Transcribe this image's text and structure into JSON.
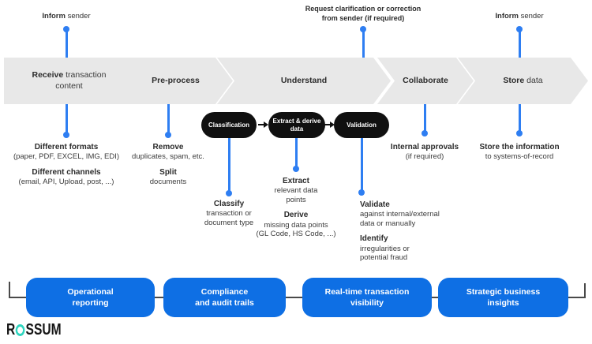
{
  "colors": {
    "accent_blue": "#2e7ef2",
    "benefit_pill_blue": "#0e6fe4",
    "band_gray": "#e8e8e8",
    "process_pill_black": "#101010",
    "logo_teal": "#2fd5bf"
  },
  "top_annotations": {
    "inform_sender_left": {
      "bold": "Inform",
      "rest": " sender"
    },
    "request_clarification": {
      "lines": [
        "Request clarification or correction",
        "from sender (if required)"
      ]
    },
    "inform_sender_right": {
      "bold": "Inform",
      "rest": " sender"
    }
  },
  "stages": [
    {
      "bold": "Receive",
      "rest": " transaction content"
    },
    {
      "bold": "Pre-process",
      "rest": ""
    },
    {
      "bold": "Understand",
      "rest": ""
    },
    {
      "bold": "Collaborate",
      "rest": ""
    },
    {
      "bold": "Store",
      "rest": " data"
    }
  ],
  "process_pills": [
    {
      "lines": [
        "Classification"
      ]
    },
    {
      "lines": [
        "Extract & derive",
        "data"
      ]
    },
    {
      "lines": [
        "Validation"
      ]
    }
  ],
  "annotations": [
    {
      "groups": [
        {
          "heading": "Different formats",
          "lines": [
            "(paper, PDF, EXCEL, IMG, EDI)"
          ]
        },
        {
          "heading": "Different channels",
          "lines": [
            "(email, API, Upload, post, ...)"
          ]
        }
      ]
    },
    {
      "groups": [
        {
          "heading": "Remove",
          "lines": [
            "duplicates, spam, etc."
          ]
        },
        {
          "heading": "Split",
          "lines": [
            "documents"
          ]
        }
      ]
    },
    {
      "groups": [
        {
          "heading": "Classify",
          "lines": [
            "transaction or",
            "document type"
          ]
        }
      ]
    },
    {
      "groups": [
        {
          "heading": "Extract",
          "lines": [
            "relevant data",
            "points"
          ]
        },
        {
          "heading": "Derive",
          "lines": [
            "missing data points",
            "(GL Code, HS Code, ...)"
          ]
        }
      ]
    },
    {
      "groups": [
        {
          "heading": "Validate",
          "lines": [
            "against internal/external",
            "data or manually"
          ]
        },
        {
          "heading": "Identify",
          "lines": [
            "irregularities or",
            "potential fraud"
          ]
        }
      ]
    },
    {
      "groups": [
        {
          "heading": "Internal approvals",
          "lines": [
            "(if required)"
          ]
        }
      ]
    },
    {
      "groups": [
        {
          "heading": "Store the information",
          "lines": [
            "to systems-of-record"
          ]
        }
      ]
    }
  ],
  "benefit_pills": [
    {
      "line1": "Operational",
      "line2": "reporting"
    },
    {
      "line1": "Compliance",
      "line2": "and audit trails"
    },
    {
      "line1": "Real-time transaction",
      "line2": "visibility"
    },
    {
      "line1": "Strategic business",
      "line2": "insights"
    }
  ],
  "logo": {
    "pre": "R",
    "post": "SSUM"
  }
}
